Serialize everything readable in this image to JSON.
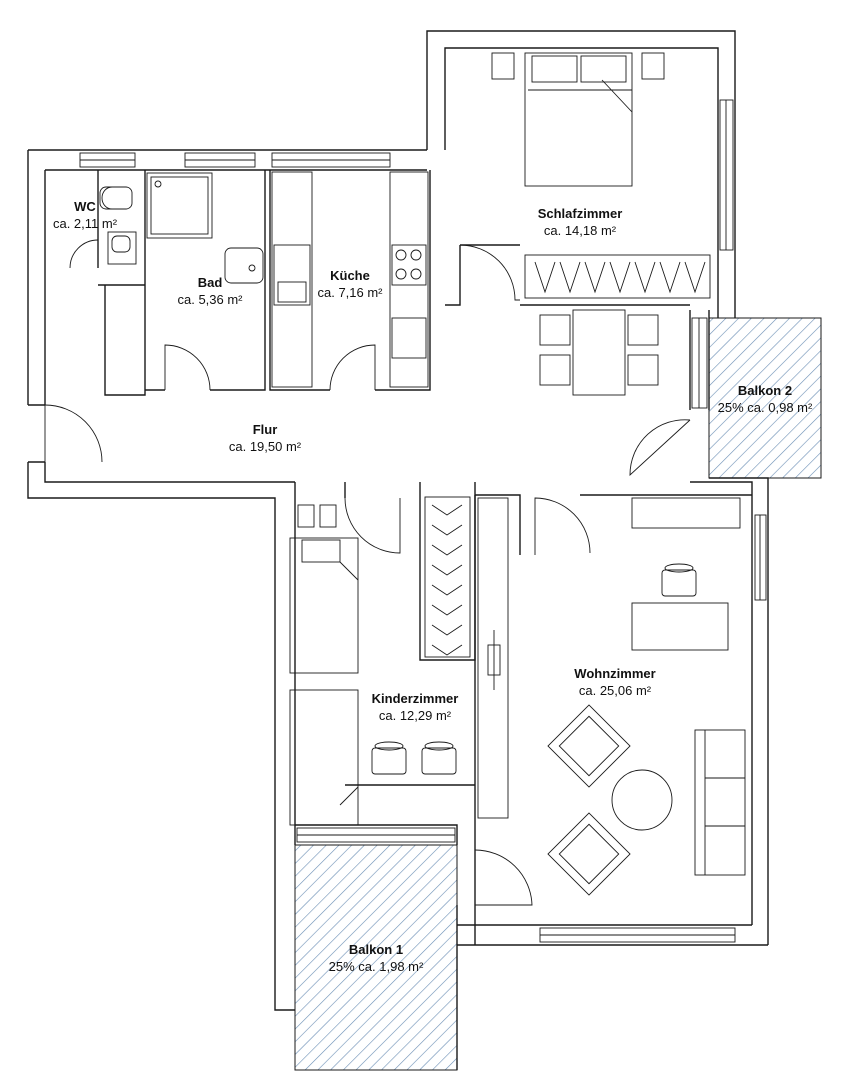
{
  "rooms": {
    "wc": {
      "name": "WC",
      "area": "ca. 2,11 m²"
    },
    "bad": {
      "name": "Bad",
      "area": "ca. 5,36 m²"
    },
    "kueche": {
      "name": "Küche",
      "area": "ca. 7,16 m²"
    },
    "schlafzimmer": {
      "name": "Schlafzimmer",
      "area": "ca. 14,18 m²"
    },
    "flur": {
      "name": "Flur",
      "area": "ca. 19,50 m²"
    },
    "balkon2": {
      "name": "Balkon 2",
      "area": "25% ca. 0,98 m²"
    },
    "kinderzimmer": {
      "name": "Kinderzimmer",
      "area": "ca. 12,29 m²"
    },
    "wohnzimmer": {
      "name": "Wohnzimmer",
      "area": "ca. 25,06 m²"
    },
    "balkon1": {
      "name": "Balkon 1",
      "area": "25% ca. 1,98 m²"
    }
  },
  "colors": {
    "wall": "#1a1a1a",
    "balcony_hatch": "#6b8fb5",
    "background": "#ffffff"
  }
}
